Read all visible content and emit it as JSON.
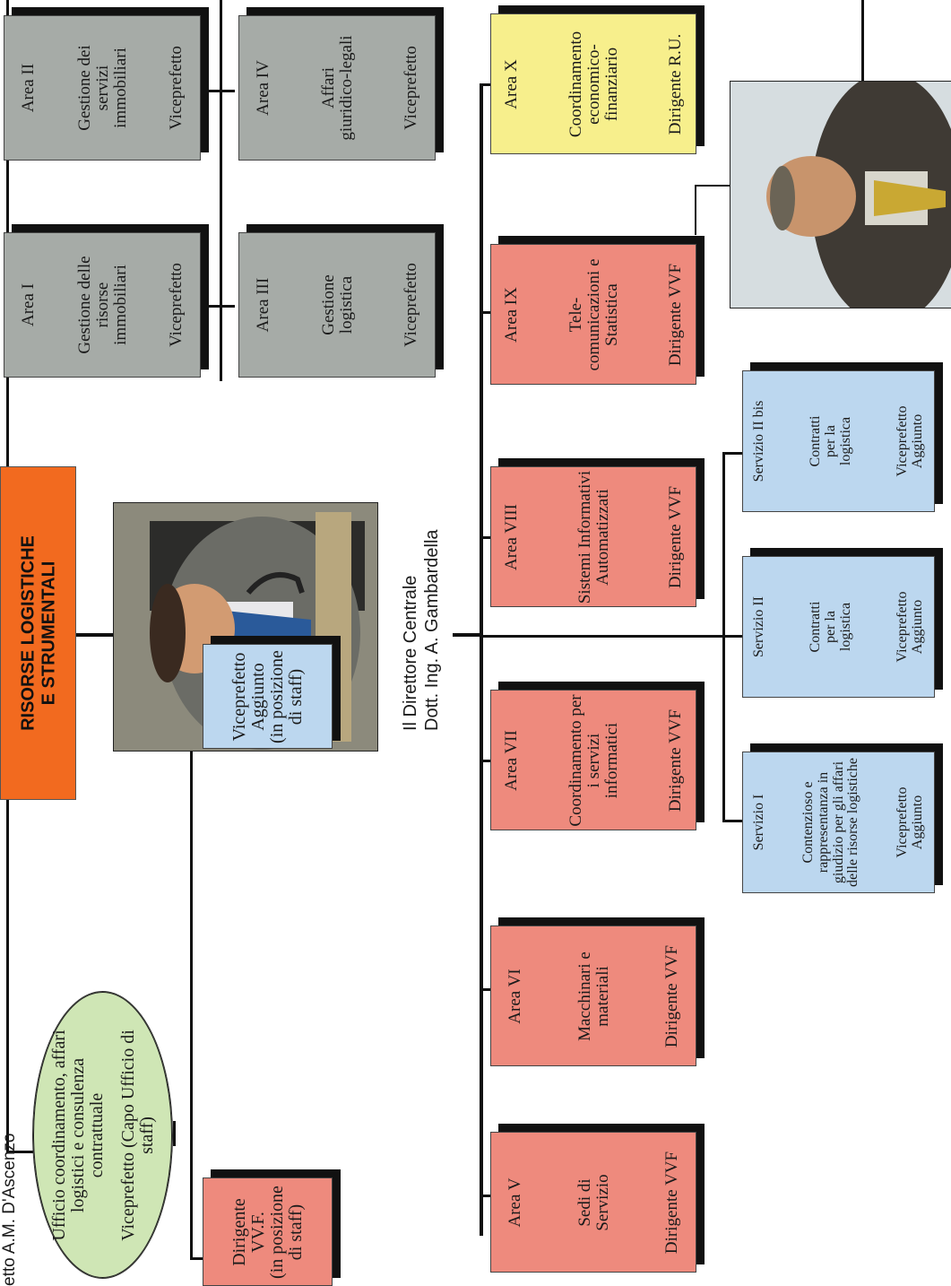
{
  "top_label": "etto A.M. D'Ascenzo",
  "header": {
    "line1": "RISORSE LOGISTICHE",
    "line2": "E STRUMENTALI"
  },
  "director": {
    "line1": "Il  Direttore Centrale",
    "line2": "Dott. Ing. A. Gambardella"
  },
  "staff_office": {
    "title": "Ufficio coordinamento, affari logistici e consulenza contrattuale",
    "role": "Viceprefetto (Capo Ufficio di staff)"
  },
  "staff_members": [
    {
      "title": "Dirigente VV.F.",
      "detail": "(in posizione di staff)"
    },
    {
      "title": "Viceprefetto Aggiunto",
      "detail": "(in posizione di staff)"
    }
  ],
  "grey_areas": [
    {
      "area": "Area I",
      "name": "Gestione delle risorse immobiliari",
      "role": "Viceprefetto"
    },
    {
      "area": "Area II",
      "name": "Gestione dei servizi immobiliari",
      "role": "Viceprefetto"
    },
    {
      "area": "Area III",
      "name": "Gestione logistica",
      "role": "Viceprefetto"
    },
    {
      "area": "Area IV",
      "name": "Affari giuridico-legali",
      "role": "Viceprefetto"
    }
  ],
  "red_areas": [
    {
      "area": "Area V",
      "name": "Sedi di Servizio",
      "role": "Dirigente VVF"
    },
    {
      "area": "Area VI",
      "name": "Macchinari e materiali",
      "role": "Dirigente VVF"
    },
    {
      "area": "Area VII",
      "name": "Coordinamento per i servizi informatici",
      "role": "Dirigente VVF"
    },
    {
      "area": "Area VIII",
      "name": "Sistemi Informativi Automatizzati",
      "role": "Dirigente VVF"
    },
    {
      "area": "Area IX",
      "name": "Tele-comunicazioni e Statistica",
      "role": "Dirigente VVF"
    },
    {
      "area": "Area X",
      "name": "Coordinamento economico-finanziario",
      "role": "Dirigente R.U."
    }
  ],
  "services": [
    {
      "title": "Servizio I",
      "name": "Contenzioso e rappresentanza in giudizio per gli affari delle risorse logistiche",
      "role": "Viceprefetto Aggiunto"
    },
    {
      "title": "Servizio II",
      "name": "Contratti per la logistica",
      "role": "Viceprefetto Aggiunto"
    },
    {
      "title": "Servizio II bis",
      "name": "Contratti per la logistica",
      "role": "Viceprefetto Aggiunto"
    }
  ],
  "colors": {
    "header_orange": "#f26a1f",
    "grey_box": "#a6aba7",
    "red_box": "#ee8a7d",
    "blue_box": "#bcd7ef",
    "yellow_box": "#f7ef8c",
    "ellipse_green": "#cfe6b5"
  }
}
